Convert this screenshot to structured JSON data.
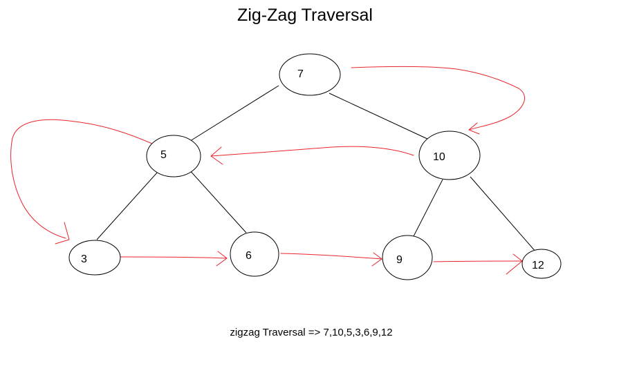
{
  "title": "Zig-Zag Traversal",
  "caption": "zigzag Traversal => 7,10,5,3,6,9,12",
  "colors": {
    "node_stroke": "#000000",
    "edge_stroke": "#000000",
    "traversal_arrow": "#e8232a",
    "background": "#ffffff"
  },
  "nodes": [
    {
      "id": "n7",
      "label": "7"
    },
    {
      "id": "n5",
      "label": "5"
    },
    {
      "id": "n10",
      "label": "10"
    },
    {
      "id": "n3",
      "label": "3"
    },
    {
      "id": "n6",
      "label": "6"
    },
    {
      "id": "n9",
      "label": "9"
    },
    {
      "id": "n12",
      "label": "12"
    }
  ],
  "edges": [
    {
      "from": "7",
      "to": "5"
    },
    {
      "from": "7",
      "to": "10"
    },
    {
      "from": "5",
      "to": "3"
    },
    {
      "from": "5",
      "to": "6"
    },
    {
      "from": "10",
      "to": "9"
    },
    {
      "from": "10",
      "to": "12"
    }
  ],
  "traversal_order": [
    "7",
    "10",
    "5",
    "3",
    "6",
    "9",
    "12"
  ]
}
